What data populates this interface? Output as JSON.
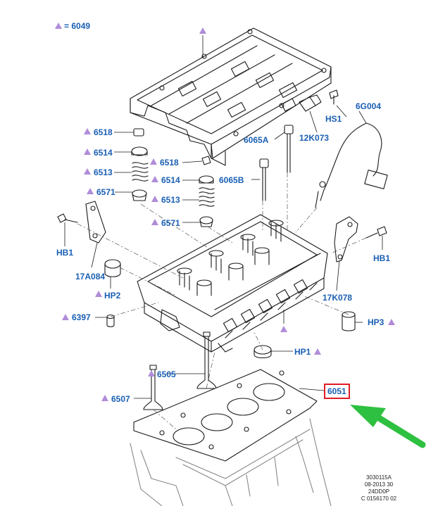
{
  "legend": {
    "symbol": "triangle",
    "text": "= 6049"
  },
  "labels": {
    "hs1": "HS1",
    "p6g004": "6G004",
    "p12k073": "12K073",
    "p6065a": "6065A",
    "p6065b": "6065B",
    "p6518_a": "6518",
    "p6514_a": "6514",
    "p6513_a": "6513",
    "p6571_a": "6571",
    "p6518_b": "6518",
    "p6514_b": "6514",
    "p6513_b": "6513",
    "p6571_b": "6571",
    "hb1_left": "HB1",
    "p17a084": "17A084",
    "hp2": "HP2",
    "p6397": "6397",
    "hb1_right": "HB1",
    "p17k078": "17K078",
    "hp3": "HP3",
    "hp1": "HP1",
    "p6505": "6505",
    "p6507": "6507",
    "p6051": "6051"
  },
  "reference": {
    "line1": "3030115A",
    "line2": "08-2013 30",
    "line3": "24DD0P",
    "line4": "C 0156170 02"
  },
  "colors": {
    "label_blue": "#1a5fb4",
    "triangle_purple": "#b08cd8",
    "highlight_red": "#e01b24",
    "arrow_green": "#2ec040",
    "line_art": "#1a1a1a"
  }
}
